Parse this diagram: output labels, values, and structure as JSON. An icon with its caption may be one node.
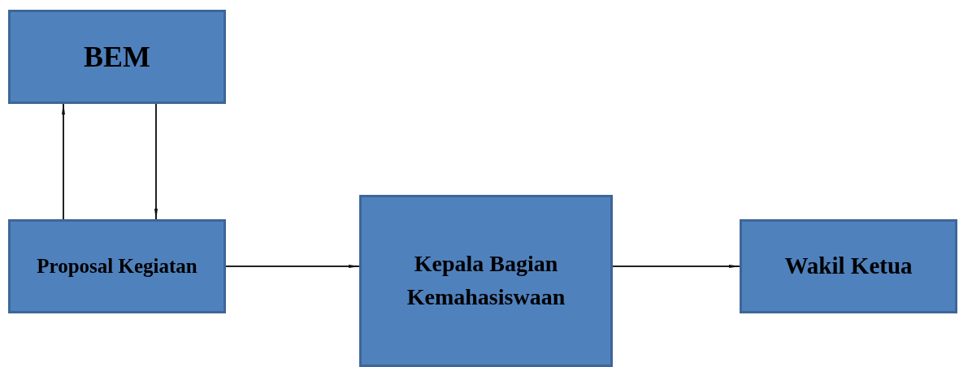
{
  "diagram": {
    "nodes": [
      {
        "text": [
          "BEM"
        ]
      },
      {
        "text": [
          "Proposal Kegiatan"
        ]
      },
      {
        "text": [
          "Kepala Bagian Kemahasiswaan"
        ]
      },
      {
        "text": [
          "Wakil Ketua"
        ]
      }
    ],
    "edges": [
      {
        "from": 1,
        "to": 0,
        "arrow": "to"
      },
      {
        "from": 0,
        "to": 1,
        "arrow": "to"
      },
      {
        "from": 1,
        "to": 2,
        "arrow": "to"
      },
      {
        "from": 2,
        "to": 3,
        "arrow": "to"
      }
    ]
  }
}
